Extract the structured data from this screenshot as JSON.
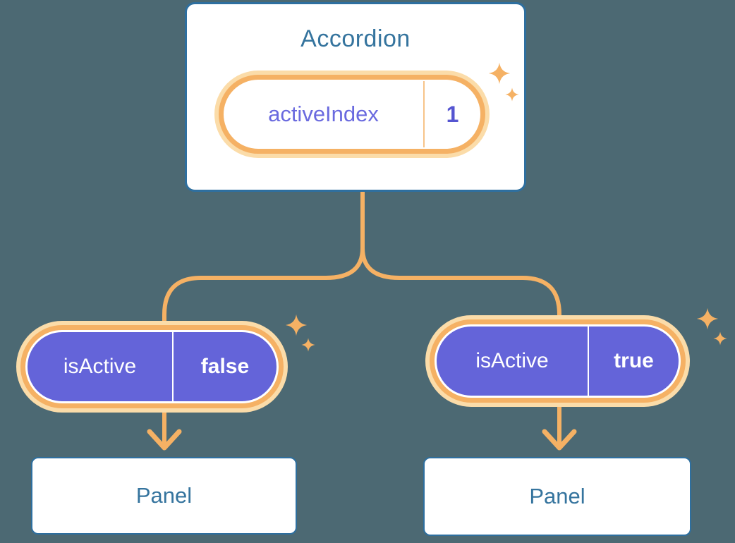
{
  "diagram": {
    "root": {
      "title": "Accordion",
      "state": {
        "label": "activeIndex",
        "value": "1"
      }
    },
    "children": [
      {
        "prop": {
          "label": "isActive",
          "value": "false"
        },
        "panel": {
          "title": "Panel"
        }
      },
      {
        "prop": {
          "label": "isActive",
          "value": "true"
        },
        "panel": {
          "title": "Panel"
        }
      }
    ],
    "colors": {
      "background": "#4C6973",
      "card_fill": "#FFFFFF",
      "card_border": "#2E6F9F",
      "heading_text": "#35749E",
      "pill_purple": "#6464D9",
      "purple_label_text": "#6A6ADF",
      "purple_value_text": "#5555D1",
      "orange": "#F5B164",
      "orange_light": "#FBDCA9",
      "pill_text_white": "#FFFFFF"
    },
    "icons": [
      "sparkle-icon",
      "arrow-down-icon"
    ]
  }
}
